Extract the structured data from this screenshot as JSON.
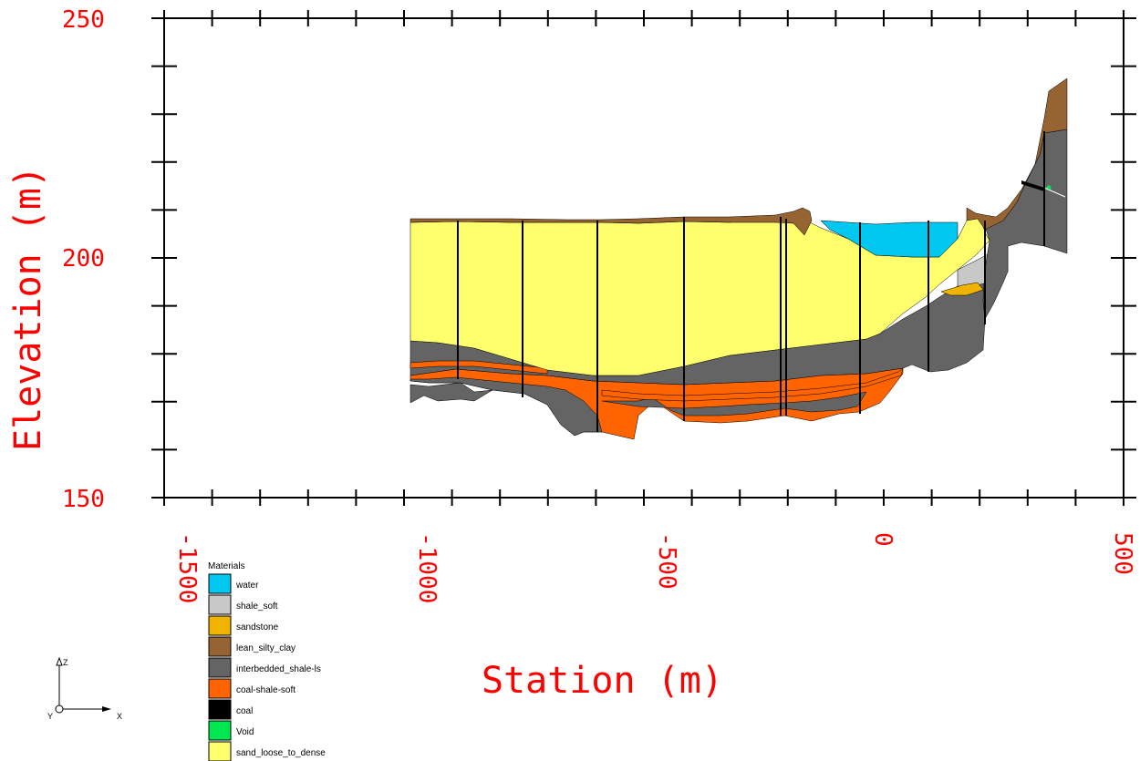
{
  "axes": {
    "x_title": "Station (m)",
    "y_title": "Elevation (m)",
    "x_ticks": [
      "-1500",
      "-1000",
      "-500",
      "0",
      "500"
    ],
    "y_ticks": [
      "250",
      "200",
      "150"
    ]
  },
  "legend": {
    "title": "Materials",
    "items": [
      {
        "label": "water",
        "color": "#00c8f0"
      },
      {
        "label": "shale_soft",
        "color": "#c8c8c8"
      },
      {
        "label": "sandstone",
        "color": "#f0b400"
      },
      {
        "label": "lean_silty_clay",
        "color": "#966432"
      },
      {
        "label": "interbedded_shale-ls",
        "color": "#646464"
      },
      {
        "label": "coal-shale-soft",
        "color": "#ff6400"
      },
      {
        "label": "coal",
        "color": "#000000"
      },
      {
        "label": "Void",
        "color": "#00e650"
      },
      {
        "label": "sand_loose_to_dense",
        "color": "#ffff6e"
      }
    ]
  },
  "triad": {
    "z_label": "Z",
    "x_label": "X",
    "y_label": "Y"
  },
  "colors": {
    "axis_text": "#ff0000",
    "frame": "#000000"
  }
}
